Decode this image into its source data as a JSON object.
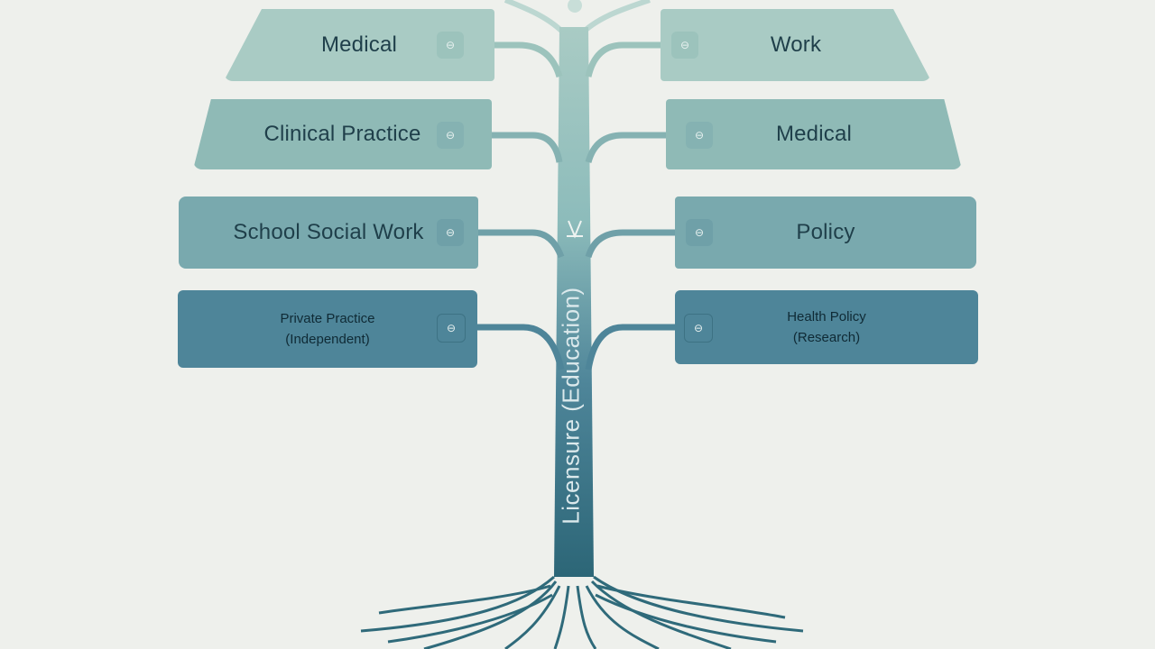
{
  "branches": {
    "left": [
      {
        "label": "Medical"
      },
      {
        "label": "Clinical Practice"
      },
      {
        "label": "School Social Work"
      },
      {
        "line1": "Private Practice",
        "line2": "(Independent)"
      }
    ],
    "right": [
      {
        "label": "Work"
      },
      {
        "label": "Medical"
      },
      {
        "label": "Policy"
      },
      {
        "line1": "Health Policy",
        "line2": "(Research)"
      }
    ]
  },
  "trunk": {
    "label": "Licensure (Education)"
  },
  "colors": {
    "background": "#eef0ec",
    "tier1": "#a9cbc4",
    "tier2": "#8fbab6",
    "tier3": "#79a9ae",
    "tier4": "#4e8599",
    "trunk": "#3f7b8c",
    "roots": "#2f6a7a"
  }
}
